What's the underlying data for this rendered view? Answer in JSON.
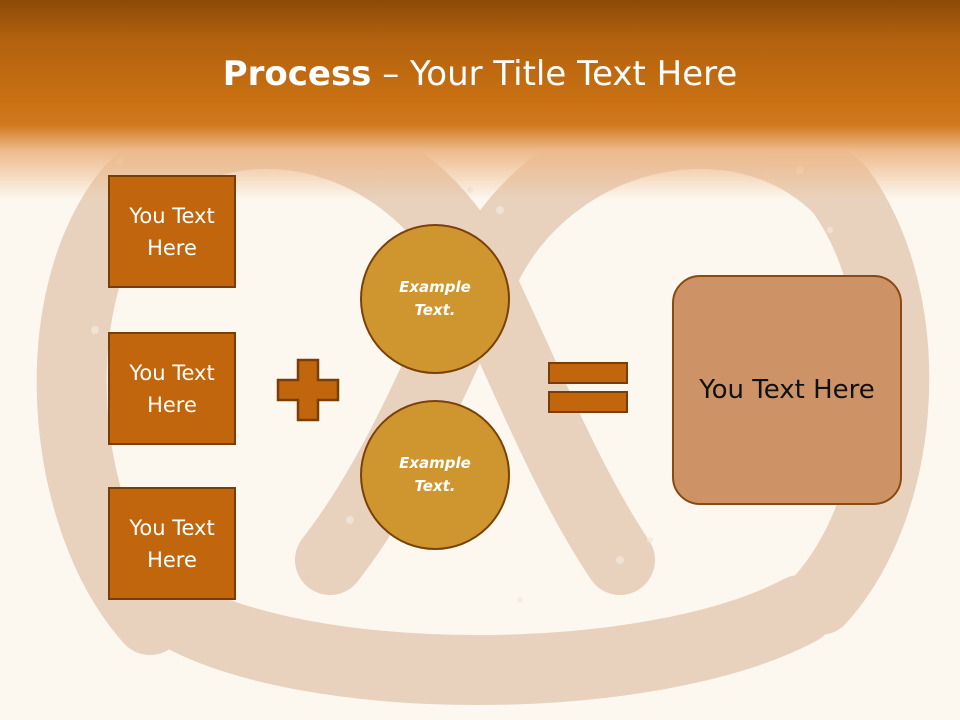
{
  "slide": {
    "title_bold": "Process",
    "title_rest": " – Your Title Text Here",
    "left_boxes": [
      "You Text Here",
      "You Text Here",
      "You Text Here"
    ],
    "circles": [
      "Example Text.",
      "Example Text."
    ],
    "result_text": "You Text Here"
  },
  "colors": {
    "header": "#c97012",
    "box_fill": "#c1660c",
    "circle_fill": "#cf962f",
    "result_fill": "#cd9366",
    "background": "#fcf8f0"
  },
  "icons": [
    "plus-icon",
    "equals-icon"
  ]
}
